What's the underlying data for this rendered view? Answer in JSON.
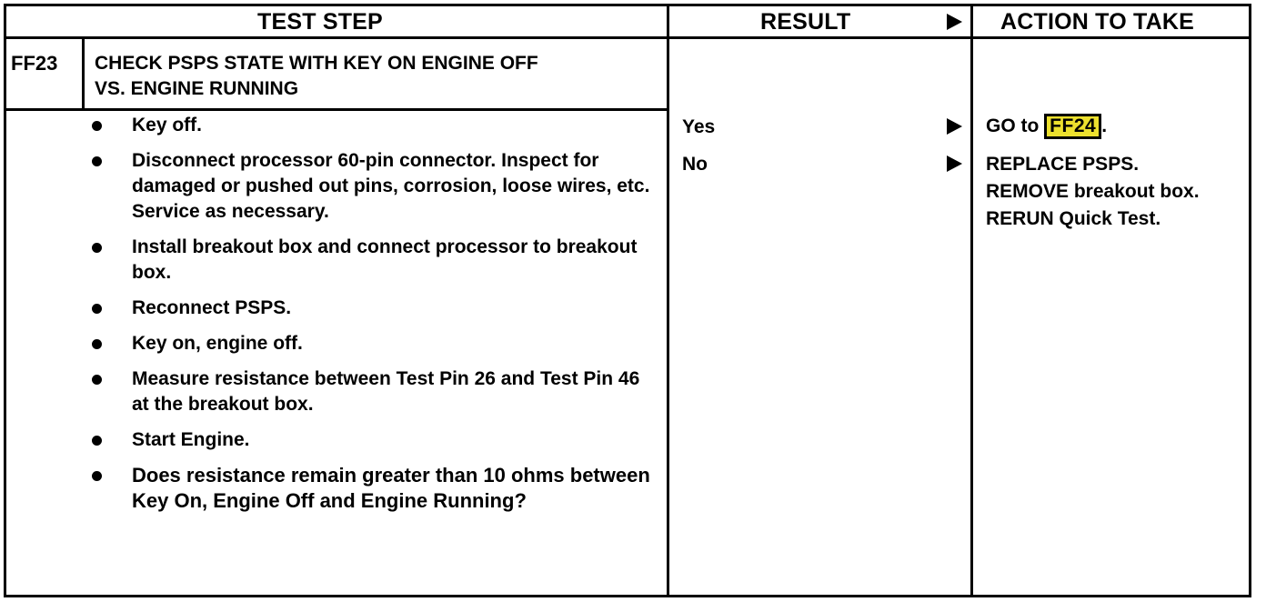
{
  "header": {
    "test_step": "TEST STEP",
    "result": "RESULT",
    "action": "ACTION TO TAKE"
  },
  "step": {
    "id": "FF23",
    "title_line1": "CHECK PSPS STATE WITH KEY ON ENGINE OFF",
    "title_line2": "VS. ENGINE RUNNING",
    "bullets": [
      "Key off.",
      "Disconnect processor 60-pin connector. Inspect for damaged or pushed out pins, corrosion, loose wires, etc. Service as necessary.",
      "Install breakout box and connect processor to breakout box.",
      "Reconnect PSPS.",
      "Key on, engine off.",
      "Measure resistance between Test Pin 26 and Test Pin 46 at the breakout box.",
      "Start Engine.",
      "Does resistance remain greater than 10 ohms between Key On, Engine Off and Engine Running?"
    ]
  },
  "results": {
    "yes": "Yes",
    "no": "No"
  },
  "actions": {
    "yes_prefix": "GO to",
    "yes_ref": "FF24",
    "yes_suffix": ".",
    "no_text": "REPLACE PSPS. REMOVE breakout box. RERUN Quick Test."
  },
  "colors": {
    "ref_highlight": "#ece02e",
    "rule": "#000000"
  }
}
